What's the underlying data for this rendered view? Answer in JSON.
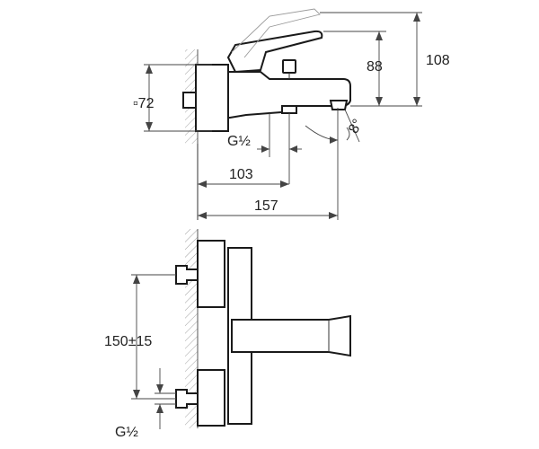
{
  "dimensions": {
    "height_to_lever": "108",
    "height_to_spout": "88",
    "body_size": "▫72",
    "inlet_thread_top": "G½",
    "spout_angle": "8°",
    "distance_103": "103",
    "distance_157": "157",
    "inlet_spacing": "150±15",
    "inlet_thread_bottom": "G½"
  },
  "colors": {
    "line": "#1a1a1a",
    "dimension": "#444444",
    "background": "#ffffff"
  }
}
